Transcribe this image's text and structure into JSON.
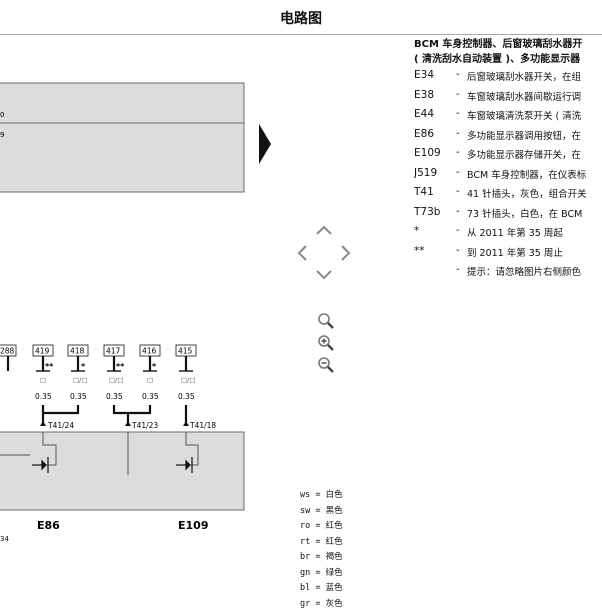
{
  "header": {
    "title": "电路图"
  },
  "diagram": {
    "side_label_top": "0",
    "side_label_bottom": "9",
    "terminal_numbers": [
      "288",
      "419",
      "418",
      "417",
      "416",
      "415"
    ],
    "wire_marks": [
      "**",
      "*",
      "**",
      "*"
    ],
    "wire_colors": [
      "□",
      "□/□",
      "□/□",
      "□",
      "□/□"
    ],
    "wire_size": [
      "0.35",
      "0.35",
      "0.35",
      "0.35",
      "0.35"
    ],
    "connectors": [
      "T41/24",
      "T41/23",
      "T41/18"
    ],
    "components": [
      "E86",
      "E109"
    ],
    "left_bottom_label": "34"
  },
  "legend": {
    "title_line1": "BCM 车身控制器、后窗玻璃刮水器开",
    "title_line2": "( 清洗刮水自动装置 )、多功能显示器",
    "items": [
      {
        "code": "E34",
        "desc": "后窗玻璃刮水器开关，在组"
      },
      {
        "code": "E38",
        "desc": "车窗玻璃刮水器间歇运行调"
      },
      {
        "code": "E44",
        "desc": "车窗玻璃清洗泵开关 ( 清洗"
      },
      {
        "code": "E86",
        "desc": "多功能显示器调用按钮，在"
      },
      {
        "code": "E109",
        "desc": "多功能显示器存储开关，在"
      },
      {
        "code": "J519",
        "desc": "BCM 车身控制器，在仪表标"
      },
      {
        "code": "T41",
        "desc": "41 针插头，灰色，组合开关"
      },
      {
        "code": "T73b",
        "desc": "73 针插头，白色，在 BCM"
      },
      {
        "code": "*",
        "desc": "从 2011 年第 35 周起"
      },
      {
        "code": "**",
        "desc": "到 2011 年第 35 周止"
      },
      {
        "code": "",
        "desc": "提示：请忽略图片右侧颜色"
      }
    ]
  },
  "color_codes": [
    {
      "abbr": "ws",
      "name": "白色"
    },
    {
      "abbr": "sw",
      "name": "黑色"
    },
    {
      "abbr": "ro",
      "name": "红色"
    },
    {
      "abbr": "rt",
      "name": "红色"
    },
    {
      "abbr": "br",
      "name": "褐色"
    },
    {
      "abbr": "gn",
      "name": "绿色"
    },
    {
      "abbr": "bl",
      "name": "蓝色"
    },
    {
      "abbr": "gr",
      "name": "灰色"
    }
  ],
  "ui": {
    "accent": "#6b6b6b",
    "component_fill": "#dcdcdc"
  }
}
